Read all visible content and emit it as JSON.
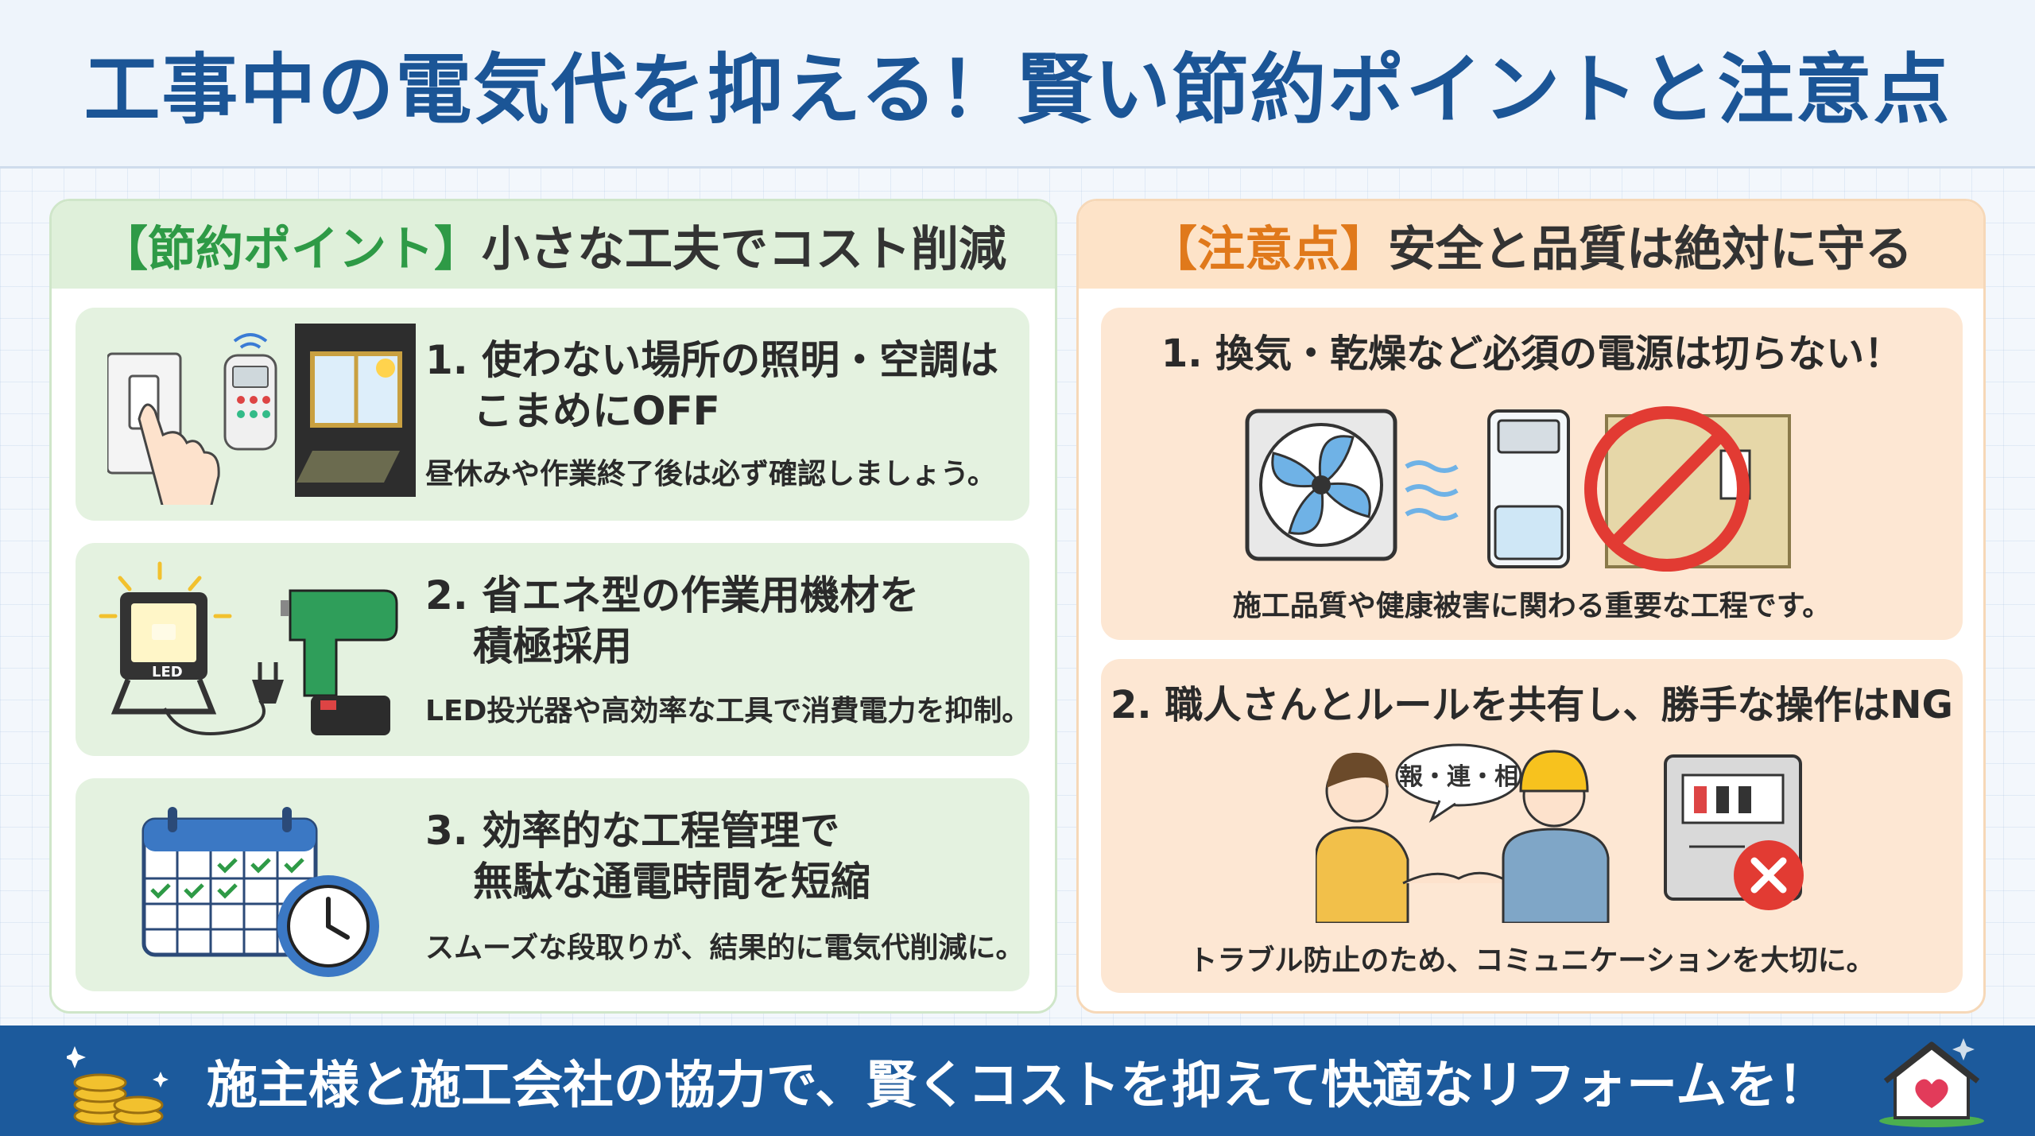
{
  "header": {
    "title": "工事中の電気代を抑える！賢い節約ポイントと注意点"
  },
  "left_panel": {
    "bracket": "【節約ポイント】",
    "heading": "小さな工夫でコスト削減",
    "items": [
      {
        "title_line1": "1. 使わない場所の照明・空調は",
        "title_line2": "こまめにOFF",
        "desc": "昼休みや作業終了後は必ず確認しましょう。"
      },
      {
        "title_line1": "2. 省エネ型の作業用機材を",
        "title_line2": "積極採用",
        "desc": "LED投光器や高効率な工具で消費電力を抑制。",
        "illus_label": "LED"
      },
      {
        "title_line1": "3. 効率的な工程管理で",
        "title_line2": "無駄な通電時間を短縮",
        "desc": "スムーズな段取りが、結果的に電気代削減に。"
      }
    ]
  },
  "right_panel": {
    "bracket": "【注意点】",
    "heading": "安全と品質は絶対に守る",
    "items": [
      {
        "title": "1. 換気・乾燥など必須の電源は切らない！",
        "desc": "施工品質や健康被害に関わる重要な工程です。"
      },
      {
        "title": "2. 職人さんとルールを共有し、勝手な操作はNG",
        "desc": "トラブル防止のため、コミュニケーションを大切に。",
        "bubble": "報・連・相"
      }
    ]
  },
  "footer": {
    "message": "施主様と施工会社の協力で、賢くコストを抑えて快適なリフォームを！"
  },
  "colors": {
    "title_blue": "#1b5596",
    "green_accent": "#2e9a46",
    "orange_accent": "#e0791b",
    "footer_blue": "#1c5a9c",
    "prohibit_red": "#e23b33"
  }
}
